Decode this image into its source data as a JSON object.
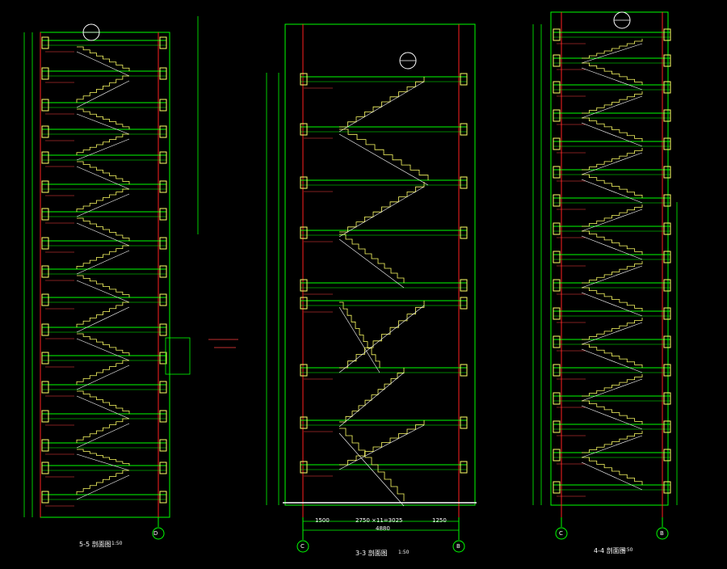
{
  "drawings": [
    {
      "id": "section-5-5",
      "title": "5-5 剖面图",
      "scale": "1:50",
      "axis_bubble": "D"
    },
    {
      "id": "section-3-3",
      "title": "3-3 剖面图",
      "scale": "1:50",
      "axis_bubbles": [
        "C",
        "B"
      ],
      "dims": [
        "1500",
        "2750 ×11=3025",
        "1250",
        "4880"
      ]
    },
    {
      "id": "section-4-4",
      "title": "4-4 剖面图",
      "scale": "1:50",
      "axis_bubbles": [
        "C",
        "B"
      ]
    }
  ],
  "colors": {
    "background": "#000000",
    "lines": "#00ff00",
    "walls": "#ffff66",
    "axes": "#ff2020",
    "text": "#ffffff",
    "annotations": "#ff4040"
  }
}
